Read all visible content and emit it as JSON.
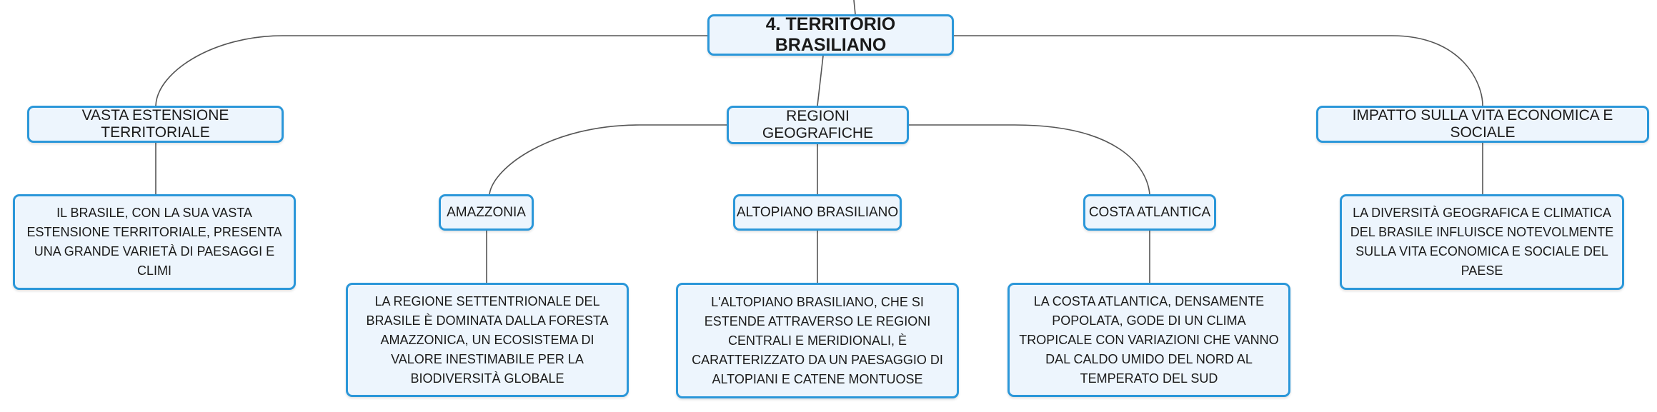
{
  "root": {
    "label": "4. TERRITORIO BRASILIANO"
  },
  "branches": {
    "vasta": {
      "label": "VASTA ESTENSIONE TERRITORIALE",
      "detail": "IL BRASILE, CON LA SUA VASTA ESTENSIONE TERRITORIALE, PRESENTA UNA GRANDE VARIETÀ DI PAESAGGI E CLIMI"
    },
    "regioni": {
      "label": "REGIONI GEOGRAFICHE",
      "children": {
        "amazzonia": {
          "label": "AMAZZONIA",
          "detail": "LA REGIONE SETTENTRIONALE DEL BRASILE È DOMINATA DALLA FORESTA AMAZZONICA, UN ECOSISTEMA DI VALORE INESTIMABILE PER LA BIODIVERSITÀ GLOBALE"
        },
        "altopiano": {
          "label": "ALTOPIANO BRASILIANO",
          "detail": "L'ALTOPIANO BRASILIANO, CHE SI ESTENDE ATTRAVERSO LE REGIONI CENTRALI E MERIDIONALI, È CARATTERIZZATO DA UN PAESAGGIO DI ALTOPIANI E CATENE MONTUOSE"
        },
        "costa": {
          "label": "COSTA ATLANTICA",
          "detail": "LA COSTA ATLANTICA, DENSAMENTE POPOLATA, GODE DI UN CLIMA TROPICALE CON VARIAZIONI CHE VANNO DAL CALDO UMIDO DEL NORD AL TEMPERATO DEL SUD"
        }
      }
    },
    "impatto": {
      "label": "IMPATTO SULLA VITA ECONOMICA E SOCIALE",
      "detail": "LA DIVERSITÀ GEOGRAFICA E CLIMATICA DEL BRASILE INFLUISCE NOTEVOLMENTE SULLA VITA ECONOMICA E SOCIALE DEL PAESE"
    }
  },
  "colors": {
    "border": "#2b97d9",
    "fill": "#edf5fd",
    "line": "#555555"
  }
}
